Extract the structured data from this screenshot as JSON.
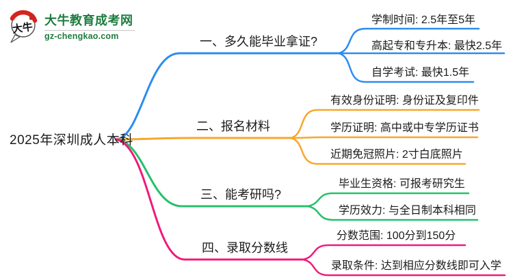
{
  "logo": {
    "icon_text": "大牛",
    "site_name": "大牛教育成考网",
    "site_url": "gz-chengkao.com",
    "brand_green": "#1d7c3e",
    "accent_red": "#d8231f"
  },
  "root": {
    "label": "2025年深圳成人本科"
  },
  "branches": [
    {
      "label": "一、多久能毕业拿证?",
      "color": "#2b8cf0",
      "children": [
        "学制时间: 2.5年至5年",
        "高起专和专升本: 最快2.5年",
        "自学考试: 最快1.5年"
      ]
    },
    {
      "label": "二、报名材料",
      "color": "#f7a72a",
      "children": [
        "有效身份证明: 身份证及复印件",
        "学历证明: 高中或中专学历证书",
        "近期免冠照片: 2寸白底照片"
      ]
    },
    {
      "label": "三、能考研吗?",
      "color": "#25c06a",
      "children": [
        "毕业生资格: 可报考研究生",
        "学历效力: 与全日制本科相同"
      ]
    },
    {
      "label": "四、录取分数线",
      "color": "#f1197b",
      "children": [
        "分数范围: 100分到150分",
        "录取条件: 达到相应分数线即可入学"
      ]
    }
  ]
}
